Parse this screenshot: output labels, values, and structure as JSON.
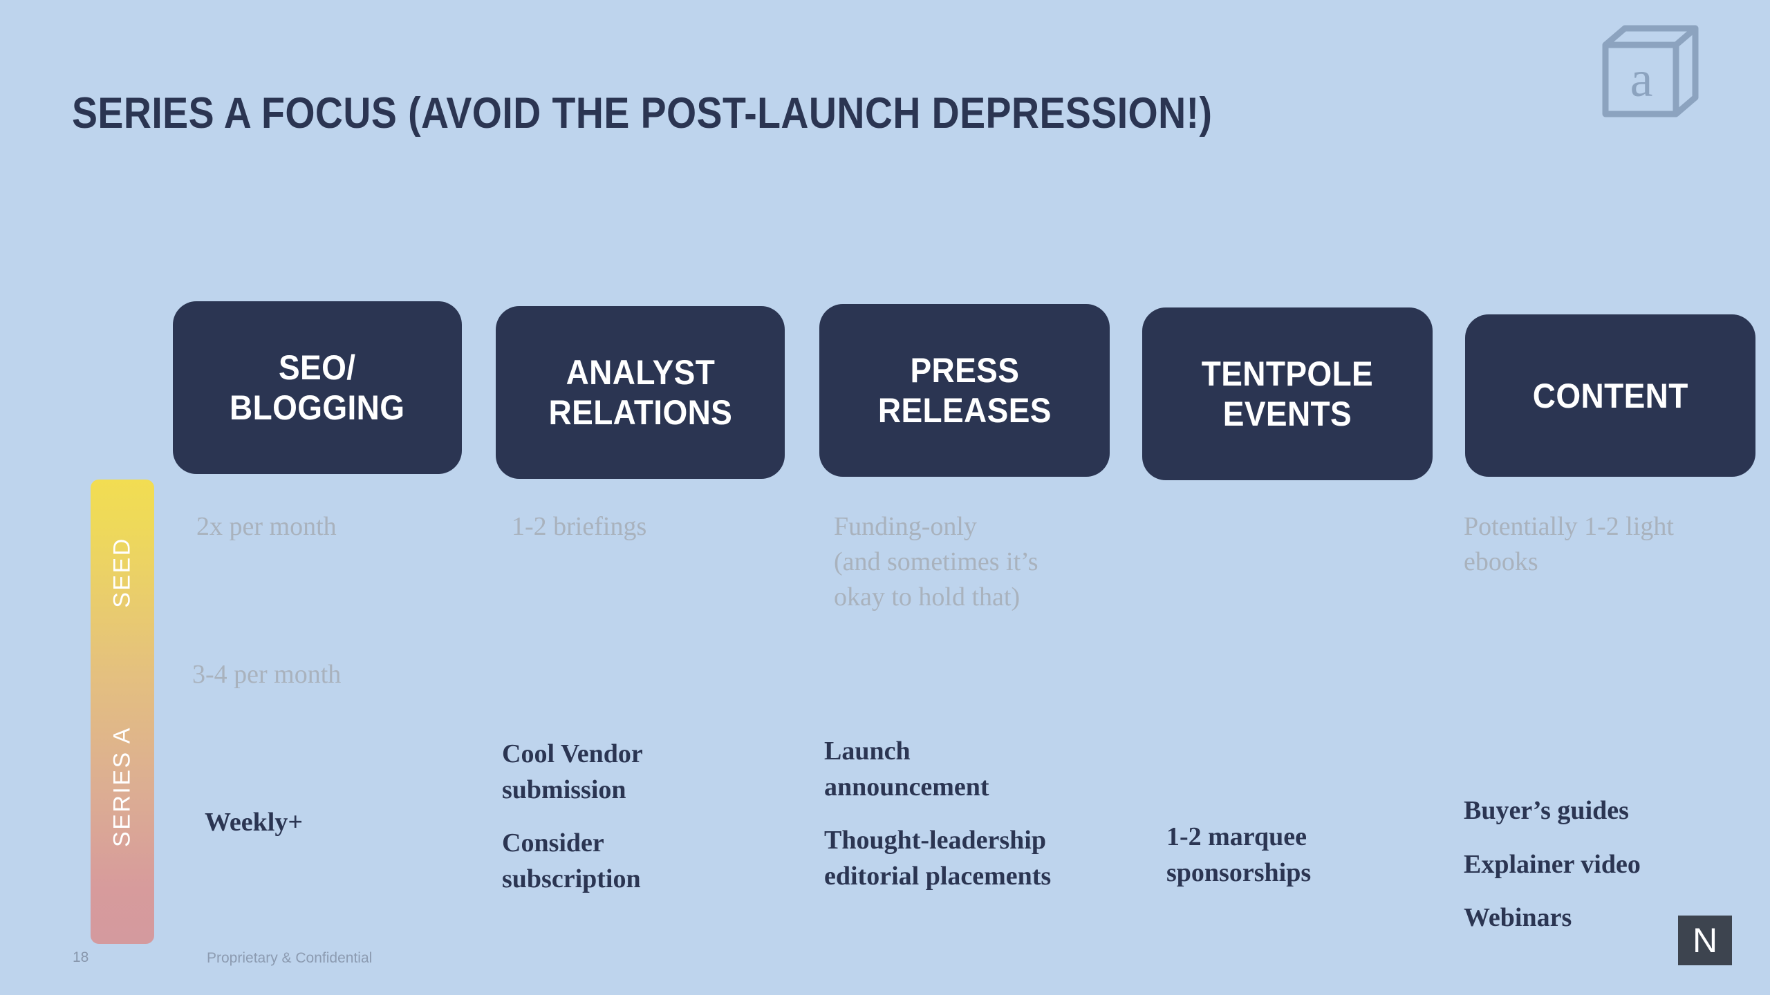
{
  "slide": {
    "title": "SERIES A FOCUS (AVOID THE POST-LAUNCH DEPRESSION!)",
    "background_color": "#bed4ed",
    "accent_dark": "#2b3552",
    "muted_text_color": "#a9b2bd"
  },
  "brand": {
    "cube_logo_letter": "a",
    "cube_logo_color": "#8ca3bf",
    "corner_badge_letter": "N",
    "corner_badge_bg": "#3d444f"
  },
  "stages": {
    "bar_gradient_top": "#f2dd52",
    "bar_gradient_bottom": "#d49a9e",
    "seed_label": "SEED",
    "series_a_label": "SERIES A"
  },
  "columns": [
    {
      "header": "SEO/\nBLOGGING",
      "header_lines": [
        "SEO/",
        "BLOGGING"
      ],
      "seed": [
        [
          "2x per month"
        ]
      ],
      "seed_secondary": [
        [
          "3-4 per month"
        ]
      ],
      "series_a": [
        [
          "Weekly+"
        ]
      ]
    },
    {
      "header": "ANALYST\nRELATIONS",
      "header_lines": [
        "ANALYST",
        "RELATIONS"
      ],
      "seed": [
        [
          "1-2 briefings"
        ]
      ],
      "seed_secondary": [],
      "series_a": [
        [
          "Cool Vendor",
          "submission"
        ],
        [
          "Consider",
          "subscription"
        ]
      ]
    },
    {
      "header": "PRESS\nRELEASES",
      "header_lines": [
        "PRESS",
        "RELEASES"
      ],
      "seed": [
        [
          "Funding-only",
          "(and sometimes it’s",
          "okay to hold that)"
        ]
      ],
      "seed_secondary": [],
      "series_a": [
        [
          "Launch",
          "announcement"
        ],
        [
          "Thought-leadership",
          "editorial placements"
        ]
      ]
    },
    {
      "header": "TENTPOLE\nEVENTS",
      "header_lines": [
        "TENTPOLE",
        "EVENTS"
      ],
      "seed": [],
      "seed_secondary": [],
      "series_a": [
        [
          "1-2 marquee",
          "sponsorships"
        ]
      ]
    },
    {
      "header": "CONTENT",
      "header_lines": [
        "CONTENT"
      ],
      "seed": [
        [
          "Potentially 1-2 light",
          "ebooks"
        ]
      ],
      "seed_secondary": [],
      "series_a": [
        [
          "Buyer’s guides"
        ],
        [
          "Explainer video"
        ],
        [
          "Webinars"
        ]
      ]
    }
  ],
  "footer": {
    "page_number": "18",
    "confidentiality": "Proprietary & Confidential"
  }
}
